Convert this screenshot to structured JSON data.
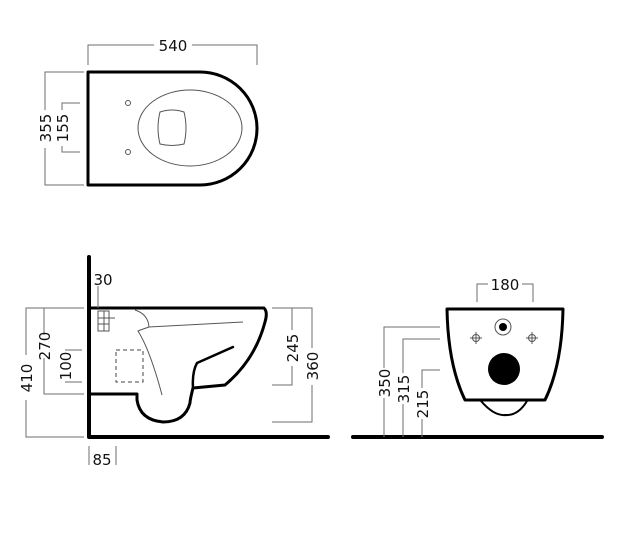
{
  "top_view": {
    "width_label": "540",
    "depth_label": "355",
    "fixing_spacing_label": "155"
  },
  "side_view": {
    "overall_height_label": "410",
    "bowl_top_label": "270",
    "fixing_height_label": "100",
    "wall_offset_label": "30",
    "front_height_label": "245",
    "bowl_height_label": "360",
    "frame_depth_label": "85"
  },
  "front_view": {
    "fixing_width_label": "180",
    "outlet_height_label": "350",
    "fixing_level_label": "315",
    "waste_height_label": "215"
  }
}
